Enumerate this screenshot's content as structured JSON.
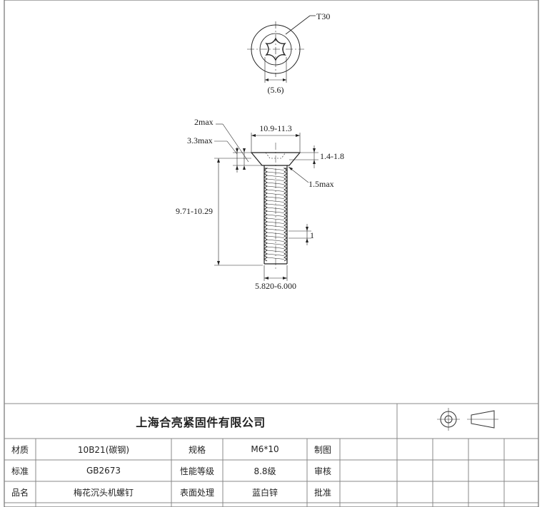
{
  "drawing": {
    "head_view": {
      "drive_label": "T30",
      "drive_dim": "(5.6)"
    },
    "side_view": {
      "head_diameter": "10.9-11.3",
      "head_edge_max": "2max",
      "head_height_max": "3.3max",
      "head_thickness": "1.4-1.8",
      "fillet_max": "1.5max",
      "length": "9.71-10.29",
      "thread_pitch": "1",
      "thread_diameter": "5.820-6.000"
    }
  },
  "title_block": {
    "company": "上海合亮紧固件有限公司",
    "rows": [
      {
        "label1": "材质",
        "value1": "10B21(碳钢)",
        "label2": "规格",
        "value2": "M6*10",
        "label3": "制图"
      },
      {
        "label1": "标准",
        "value1": "GB2673",
        "label2": "性能等级",
        "value2": "8.8级",
        "label3": "审核"
      },
      {
        "label1": "品名",
        "value1": "梅花沉头机螺钉",
        "label2": "表面处理",
        "value2": "蓝白锌",
        "label3": "批准"
      }
    ],
    "projection_symbol": "first-angle-projection-icon"
  }
}
